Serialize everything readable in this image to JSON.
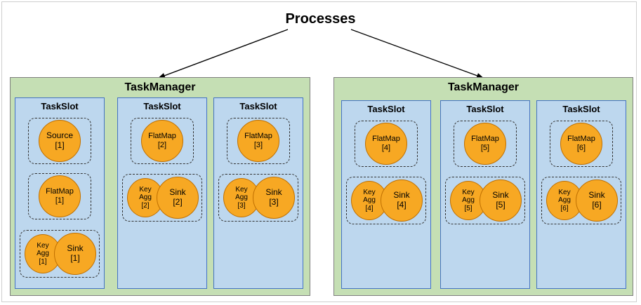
{
  "title": "Processes",
  "task_managers": [
    {
      "label": "TaskManager",
      "slots": [
        {
          "label": "TaskSlot",
          "groups": [
            {
              "operators": [
                {
                  "name": "Source",
                  "index": "[1]"
                }
              ]
            },
            {
              "operators": [
                {
                  "name": "FlatMap",
                  "index": "[1]"
                }
              ]
            },
            {
              "operators": [
                {
                  "name": "Key Agg",
                  "index": "[1]"
                },
                {
                  "name": "Sink",
                  "index": "[1]"
                }
              ]
            }
          ]
        },
        {
          "label": "TaskSlot",
          "groups": [
            {
              "operators": [
                {
                  "name": "FlatMap",
                  "index": "[2]"
                }
              ]
            },
            {
              "operators": [
                {
                  "name": "Key Agg",
                  "index": "[2]"
                },
                {
                  "name": "Sink",
                  "index": "[2]"
                }
              ]
            }
          ]
        },
        {
          "label": "TaskSlot",
          "groups": [
            {
              "operators": [
                {
                  "name": "FlatMap",
                  "index": "[3]"
                }
              ]
            },
            {
              "operators": [
                {
                  "name": "Key Agg",
                  "index": "[3]"
                },
                {
                  "name": "Sink",
                  "index": "[3]"
                }
              ]
            }
          ]
        }
      ]
    },
    {
      "label": "TaskManager",
      "slots": [
        {
          "label": "TaskSlot",
          "groups": [
            {
              "operators": [
                {
                  "name": "FlatMap",
                  "index": "[4]"
                }
              ]
            },
            {
              "operators": [
                {
                  "name": "Key Agg",
                  "index": "[4]"
                },
                {
                  "name": "Sink",
                  "index": "[4]"
                }
              ]
            }
          ]
        },
        {
          "label": "TaskSlot",
          "groups": [
            {
              "operators": [
                {
                  "name": "FlatMap",
                  "index": "[5]"
                }
              ]
            },
            {
              "operators": [
                {
                  "name": "Key Agg",
                  "index": "[5]"
                },
                {
                  "name": "Sink",
                  "index": "[5]"
                }
              ]
            }
          ]
        },
        {
          "label": "TaskSlot",
          "groups": [
            {
              "operators": [
                {
                  "name": "FlatMap",
                  "index": "[6]"
                }
              ]
            },
            {
              "operators": [
                {
                  "name": "Key Agg",
                  "index": "[6]"
                },
                {
                  "name": "Sink",
                  "index": "[6]"
                }
              ]
            }
          ]
        }
      ]
    }
  ],
  "colors": {
    "task_manager_fill": "#c5dfb4",
    "task_slot_fill": "#bdd7ee",
    "task_slot_border": "#4472c4",
    "operator_fill": "#f7a823"
  }
}
